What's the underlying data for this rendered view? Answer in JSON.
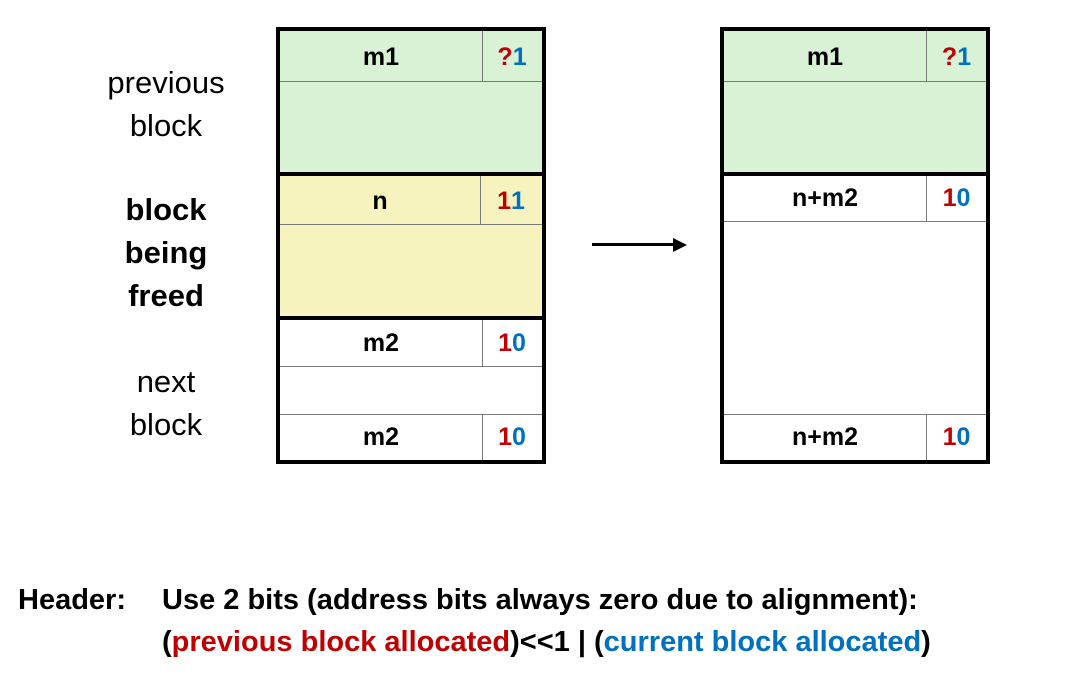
{
  "labels": {
    "previous_block": [
      "previous",
      "block"
    ],
    "block_being_freed": [
      "block",
      "being",
      "freed"
    ],
    "next_block": [
      "next",
      "block"
    ]
  },
  "before": {
    "prev_header": {
      "size": "m1",
      "bit_prev": "?",
      "bit_curr": "1"
    },
    "freed_header": {
      "size": "n",
      "bit_prev": "1",
      "bit_curr": "1"
    },
    "next_header": {
      "size": "m2",
      "bit_prev": "1",
      "bit_curr": "0"
    },
    "next_footer": {
      "size": "m2",
      "bit_prev": "1",
      "bit_curr": "0"
    }
  },
  "after": {
    "prev_header": {
      "size": "m1",
      "bit_prev": "?",
      "bit_curr": "1"
    },
    "merged_header": {
      "size": "n+m2",
      "bit_prev": "1",
      "bit_curr": "0"
    },
    "merged_footer": {
      "size": "n+m2",
      "bit_prev": "1",
      "bit_curr": "0"
    }
  },
  "footer": {
    "header_label": "Header:",
    "line1": "Use 2 bits (address bits always zero due to alignment):",
    "line2": {
      "paren_open": "(",
      "prev_alloc": "previous block allocated",
      "middle": ")<<1 | (",
      "curr_alloc": "current block allocated",
      "paren_close": ")"
    }
  },
  "colors": {
    "prev_alloc_bit": "#c00000",
    "curr_alloc_bit": "#0070c0",
    "prev_block_fill": "#d9f2d6",
    "freed_block_fill": "#f6f3bf"
  }
}
